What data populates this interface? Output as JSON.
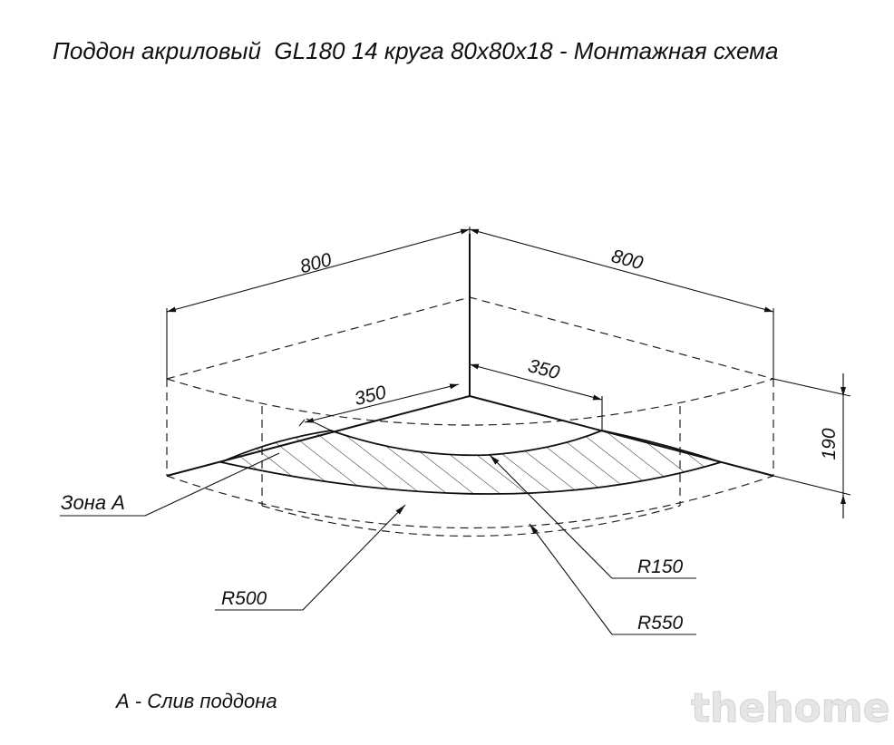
{
  "title": "Поддон акриловый  GL180 14 круга 80x80x18 - Монтажная схема",
  "dimensions": {
    "width_left": "800",
    "width_right": "800",
    "offset_left": "350",
    "offset_right": "350",
    "height": "190"
  },
  "callouts": {
    "zone": "Зона А",
    "r500": "R500",
    "r150": "R150",
    "r550": "R550"
  },
  "legend": "А - Слив поддона",
  "watermark": "thehome"
}
